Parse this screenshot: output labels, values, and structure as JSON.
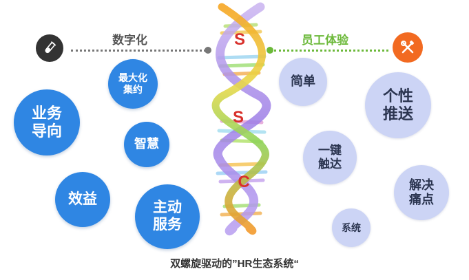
{
  "colors": {
    "blue": "#2f86e3",
    "lavender": "#ccd4f5",
    "dark_label": "#555555",
    "green_label": "#6cb93a",
    "orange": "#f26a21",
    "letter_red": "#d8312c"
  },
  "left": {
    "heading": "数字化",
    "icon": "test-tube-icon",
    "bubbles": [
      {
        "text": "最大化\n集约"
      },
      {
        "text": "业务\n导向"
      },
      {
        "text": "智慧"
      },
      {
        "text": "效益"
      },
      {
        "text": "主动\n服务"
      }
    ]
  },
  "right": {
    "heading": "员工体验",
    "icon": "tools-icon",
    "bubbles": [
      {
        "text": "简单"
      },
      {
        "text": "个性\n推送"
      },
      {
        "text": "一键\n触达"
      },
      {
        "text": "解决\n痛点"
      },
      {
        "text": "系统"
      }
    ]
  },
  "helix": {
    "letters": [
      "S",
      "S",
      "C"
    ]
  },
  "caption": "双螺旋驱动的”HR生态系统“"
}
